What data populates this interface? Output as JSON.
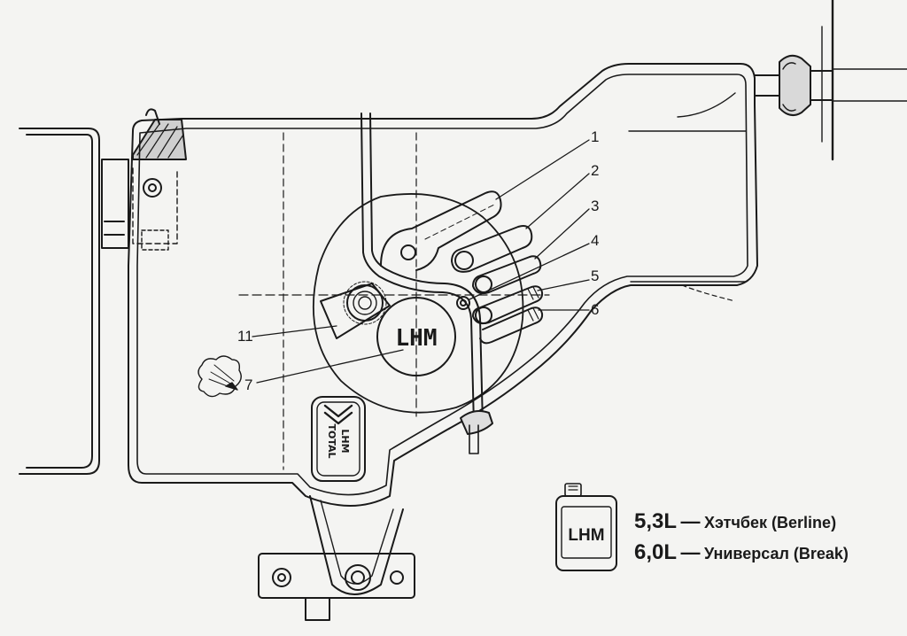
{
  "callouts": [
    {
      "id": "c1",
      "text": "1"
    },
    {
      "id": "c2",
      "text": "2"
    },
    {
      "id": "c3",
      "text": "3"
    },
    {
      "id": "c4",
      "text": "4"
    },
    {
      "id": "c5",
      "text": "5"
    },
    {
      "id": "c6",
      "text": "6"
    },
    {
      "id": "c11",
      "text": "11"
    },
    {
      "id": "c7",
      "text": "7"
    }
  ],
  "reservoir": {
    "fluid_label": "LHM",
    "badge_line1": "TOTAL",
    "badge_line2": "LHM"
  },
  "legend": {
    "bottle_label": "LHM",
    "rows": [
      {
        "volume": "5,3L",
        "dash": "—",
        "description": "Хэтчбек (Berline)"
      },
      {
        "volume": "6,0L",
        "dash": "—",
        "description": "Универсал (Break)"
      }
    ]
  }
}
